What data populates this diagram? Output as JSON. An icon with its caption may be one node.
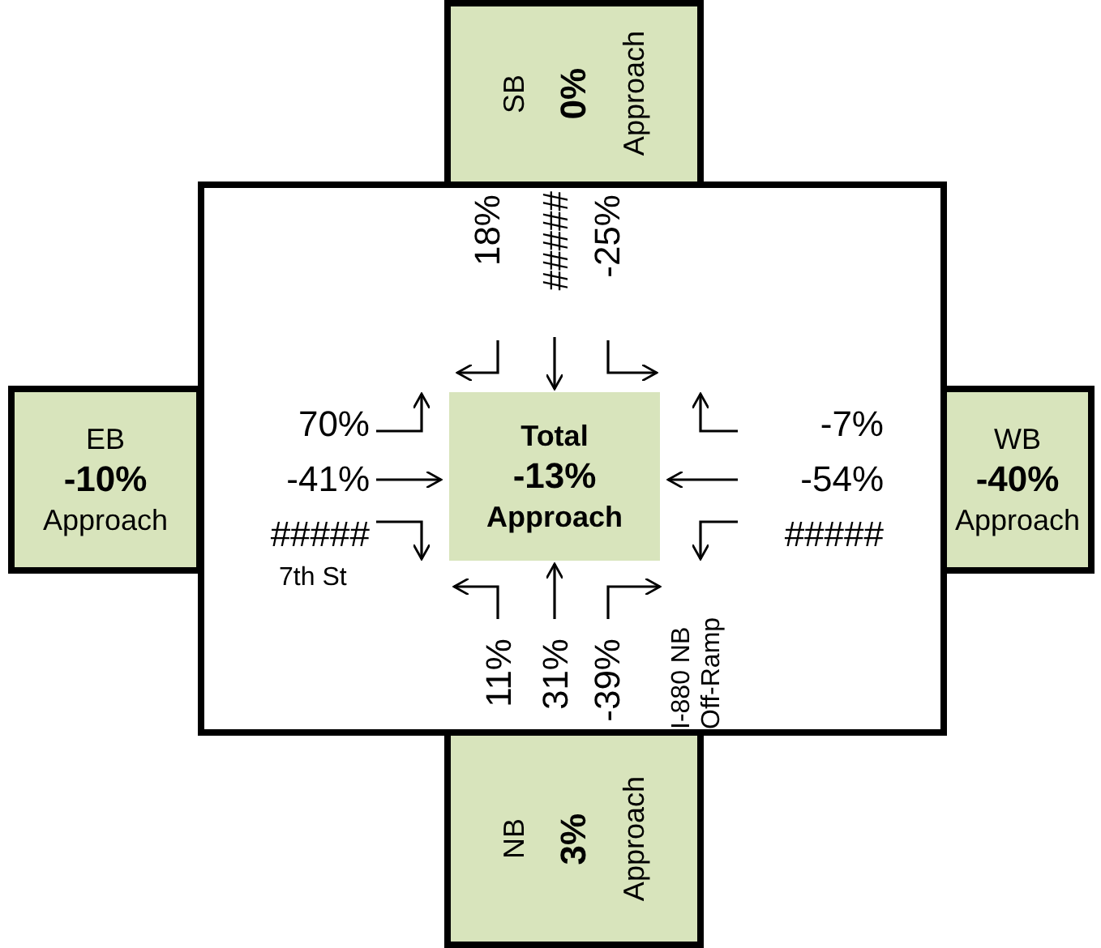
{
  "diagram": {
    "nodes": [
      {
        "text": [],
        "shape": "box"
      },
      {
        "text": [
          "SB",
          "0%",
          "Approach"
        ]
      },
      {
        "text": [
          "EB",
          "-10%",
          "Approach"
        ]
      },
      {
        "text": [
          "Total",
          "-13%",
          "Approach"
        ],
        "in": 0
      },
      {
        "text": [
          "WB",
          "-40%",
          "Approach"
        ]
      },
      {
        "text": [
          "NB",
          "3%",
          "Approach"
        ]
      }
    ],
    "labels": [
      "18%",
      "#####",
      "-25%",
      "70%",
      "-41%",
      "#####",
      "-7%",
      "-54%",
      "#####",
      "7th St",
      "11%",
      "31%",
      "-39%",
      "I-880 NB Off-Ramp"
    ]
  }
}
